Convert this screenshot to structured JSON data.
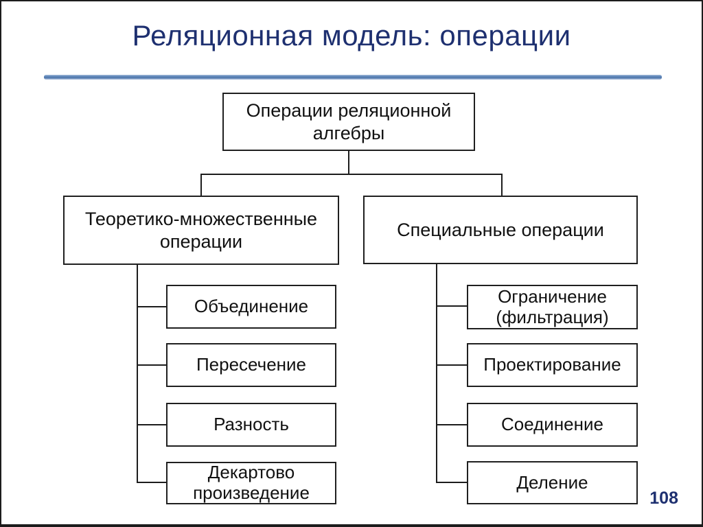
{
  "slide": {
    "title": "Реляционная модель: операции",
    "page_number": "108",
    "title_color": "#1e3070",
    "rule_color": "#4d76ab",
    "box_border_color": "#1f1f1f"
  },
  "diagram": {
    "root": {
      "label": "Операции реляционной алгебры"
    },
    "branches": [
      {
        "label": "Теоретико-множественные операции",
        "children": [
          "Объединение",
          "Пересечение",
          "Разность",
          "Декартово произведение"
        ]
      },
      {
        "label": "Специальные операции",
        "children": [
          "Ограничение (фильтрация)",
          "Проектирование",
          "Соединение",
          "Деление"
        ]
      }
    ]
  }
}
